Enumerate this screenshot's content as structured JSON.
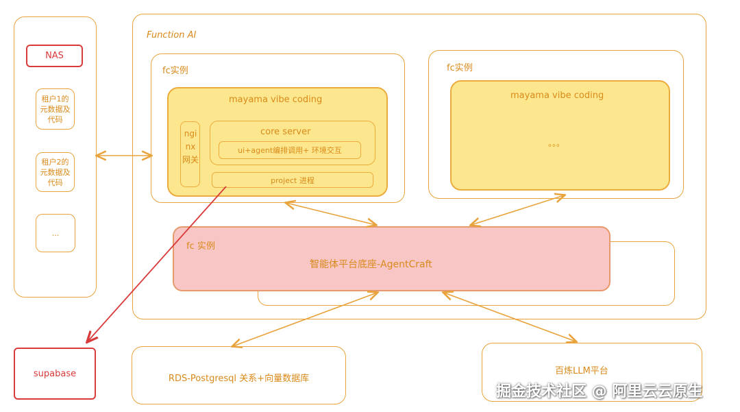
{
  "left_panel": {
    "nas_label": "NAS",
    "tenant1_label": "租户1的元数据及代码",
    "tenant2_label": "租户2的元数据及代码",
    "more_label": "..."
  },
  "function_ai": {
    "title": "Function AI"
  },
  "fc_instance_left": {
    "title": "fc实例",
    "vibe_title": "mayama vibe coding",
    "nginx_label": "ngi nx 网关",
    "core_server_title": "core server",
    "core_inner_label": "ui+agent编排调用+ 环境交互",
    "project_label": "project 进程"
  },
  "fc_instance_right": {
    "title": "fc实例",
    "vibe_title": "mayama vibe coding",
    "ellipsis": "。。。"
  },
  "agentcraft": {
    "title": "fc 实例",
    "label": "智能体平台底座-AgentCraft"
  },
  "supabase_label": "supabase",
  "rds_label": "RDS-Postgresql 关系+向量数据库",
  "bailian_label": "百炼LLM平台",
  "watermark": "掘金技术社区 @ 阿里云云原生",
  "colors": {
    "orange": "#e8a33c",
    "yellow_fill": "#fde78e",
    "pink_fill": "#f9c6c6",
    "red": "#d93a3a"
  }
}
